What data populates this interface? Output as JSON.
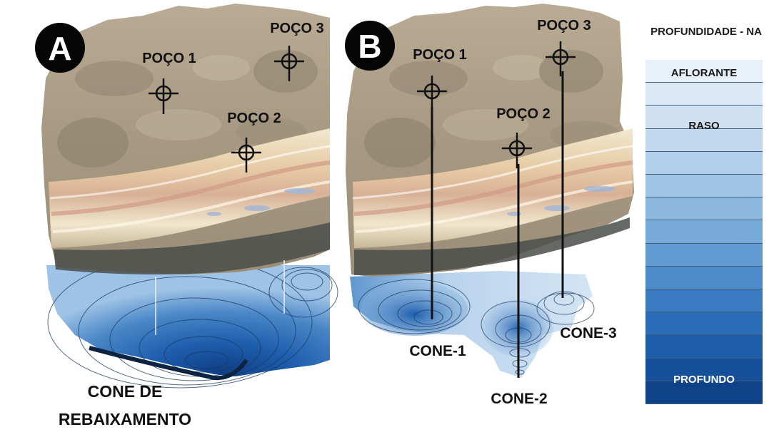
{
  "panel_a": {
    "letter": "A",
    "wells": [
      "POÇO 1",
      "POÇO 2",
      "POÇO 3"
    ],
    "cone_label_line1": "CONE DE",
    "cone_label_line2": "REBAIXAMENTO"
  },
  "panel_b": {
    "letter": "B",
    "wells": [
      "POÇO 1",
      "POÇO 2",
      "POÇO 3"
    ],
    "cones": [
      "CONE-1",
      "CONE-2",
      "CONE-3"
    ]
  },
  "legend": {
    "title": "PROFUNDIDADE  - NA",
    "top_label": "AFLORANTE",
    "mid_label": "RASO",
    "bottom_label": "PROFUNDO",
    "colors": [
      "#e8f1fa",
      "#dbe8f5",
      "#cfe0f1",
      "#c1d8ee",
      "#b1cfea",
      "#9fc4e5",
      "#8cb8e0",
      "#77aad9",
      "#629bd2",
      "#4d8bca",
      "#3a7bc1",
      "#2a6cb6",
      "#1e5ea9",
      "#16509a",
      "#10428a"
    ]
  },
  "colors": {
    "terrain": "#b4a68e",
    "water_deep": "#1f5fae",
    "water_light": "#cfe2f3",
    "marker": "#111111"
  },
  "icons": {
    "well_marker": "crosshair-icon",
    "panel_badge": "black-circle-badge"
  }
}
